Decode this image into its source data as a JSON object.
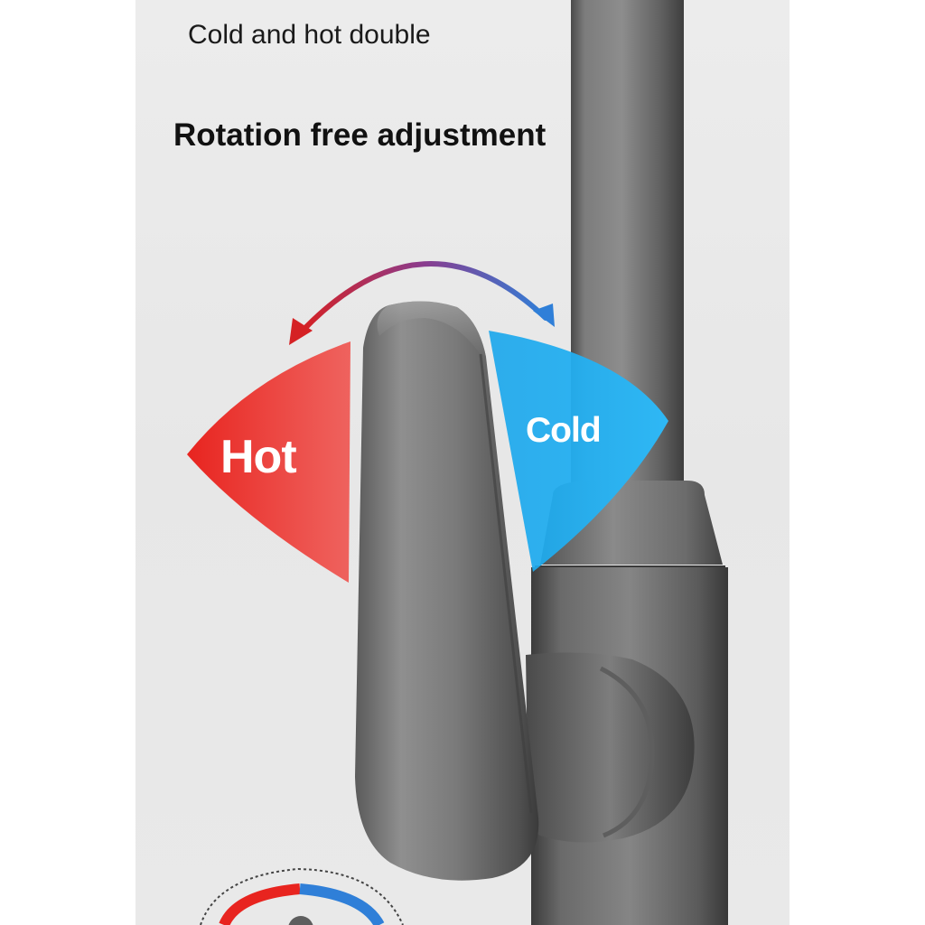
{
  "texts": {
    "subtitle": "Cold and hot double",
    "title": "Rotation free adjustment",
    "hot_label": "Hot",
    "cold_label": "Cold"
  },
  "colors": {
    "hot": "#e8241f",
    "cold": "#1aa7ec",
    "metal": "#6e6e6e",
    "background": "#e9e9e9"
  },
  "icons": {
    "arrow": "double-headed-curved-arrow-icon",
    "hot_zone": "hot-sector-icon",
    "cold_zone": "cold-sector-icon",
    "indicator": "hot-cold-dial-icon"
  }
}
